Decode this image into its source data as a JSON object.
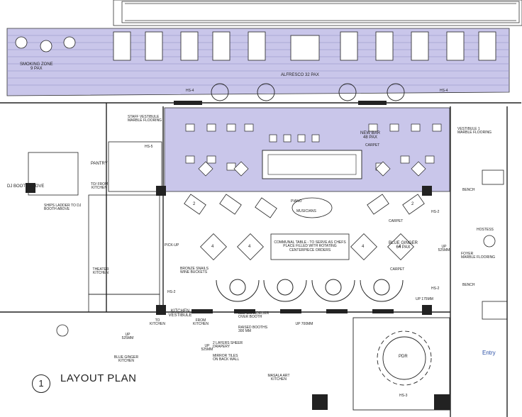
{
  "title": "LAYOUT PLAN",
  "plan_number": "1",
  "rooms": {
    "smoking_zone": "SMOKING ZONE",
    "smoking_pax": "9 PAX",
    "alfresco": "ALFRESCO 32 PAX",
    "new_bar": "NEW BAR",
    "new_bar_pax": "48 PAX",
    "carpet": "CARPET",
    "staff_vestibule": "STAFF VESTIBULE",
    "marble_flooring": "MARBLE FLOORING",
    "vestibule_1": "VESTIBULE 1",
    "pantry": "PANTRY",
    "dj_booth": "DJ BOOTH ABOVE",
    "ships_ladder": "SHIPS LADDER TO DJ BOOTH ABOVE",
    "blue_ginger": "BLUE GINGER",
    "blue_ginger_pax": "64 PAX",
    "theater_kitchen": "THEATER KITCHEN",
    "kitchen_vestibule": "KITCHEN VESTIBULE",
    "blue_ginger_kitchen": "BLUE GINGER KITCHEN",
    "masala_art_kitchen": "MASALA ART KITCHEN",
    "foyer": "FOYER",
    "hostess": "HOSTESS",
    "bench": "BENCH",
    "pdr": "PDR",
    "entry": "Entry",
    "musicians": "MUSICIANS",
    "piano": "PIANO",
    "pick_up": "PICK-UP",
    "communal_table": "COMMUNAL TABLE - TO SERVE AS CHEFS PLACE FILLED WITH ROTATING CENTERPIECE ORDERS"
  },
  "notes": {
    "bronze_snails": "BRONZE SNAILS WINE BUCKETS",
    "led_chandelier": "LED CHANDELIER OVER BOOTH",
    "raised_booths": "RAISED BOOTHS 300 MM",
    "sheer_drapery": "2 LAYERS SHEER DRAPERY",
    "mirror_tiles": "MIRROR TILES ON BACK WALL",
    "up_525": "UP 525MM",
    "up_175": "UP 175MM",
    "up_700": "UP 700MM",
    "to_kitchen": "TO KITCHEN",
    "from_kitchen": "FROM KITCHEN",
    "to_from_kitchen": "TO/ FROM KITCHEN"
  },
  "table_seats": [
    "4",
    "4",
    "4",
    "4",
    "2",
    "2"
  ],
  "tags": [
    "HS-4",
    "HS-4",
    "HS-5",
    "HS-2",
    "HS-2",
    "HS-2",
    "HS-3"
  ],
  "colors": {
    "shade": "#c9c6ea",
    "line": "#222222",
    "entry": "#2a4fa6"
  }
}
